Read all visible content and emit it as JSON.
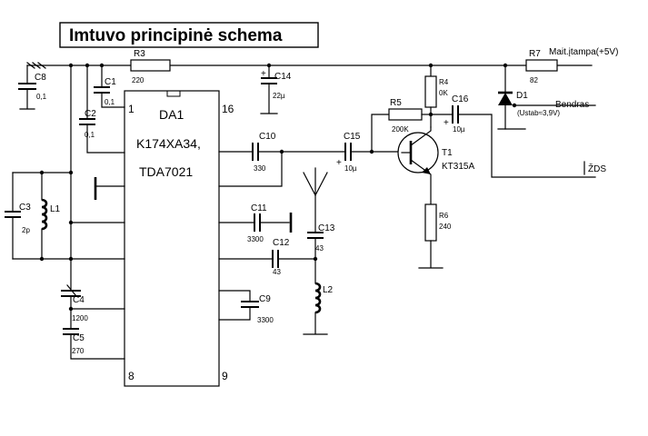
{
  "title": "Imtuvo principinė schema",
  "ic": {
    "name": "DA1",
    "part1": "K174XA34,",
    "part2": "TDA7021",
    "pins": {
      "p1": "1",
      "p16": "16",
      "p8": "8",
      "p9": "9"
    }
  },
  "components": {
    "c1": {
      "name": "C1",
      "value": "0,1"
    },
    "c2": {
      "name": "C2",
      "value": "0,1"
    },
    "c3": {
      "name": "C3",
      "value": "2p"
    },
    "c4": {
      "name": "C4",
      "value": "1200"
    },
    "c5": {
      "name": "C5",
      "value": "270"
    },
    "c8": {
      "name": "C8",
      "value": "0,1"
    },
    "c9": {
      "name": "C9",
      "value": "3300"
    },
    "c10": {
      "name": "C10",
      "value": "330"
    },
    "c11": {
      "name": "C11",
      "value": "3300"
    },
    "c12": {
      "name": "C12",
      "value": "43"
    },
    "c13": {
      "name": "C13",
      "value": "43"
    },
    "c14": {
      "name": "C14",
      "value": "22µ"
    },
    "c15": {
      "name": "C15",
      "value": "10µ"
    },
    "c16": {
      "name": "C16",
      "value": "10µ"
    },
    "l1": {
      "name": "L1"
    },
    "l2": {
      "name": "L2"
    },
    "r3": {
      "name": "R3",
      "value": "220"
    },
    "r4": {
      "name": "R4",
      "value": "0K"
    },
    "r5": {
      "name": "R5",
      "value": "200K"
    },
    "r6": {
      "name": "R6",
      "value": "240"
    },
    "r7": {
      "name": "R7",
      "value": "82"
    },
    "t1": {
      "name": "T1",
      "value": "KT315A"
    },
    "d1": {
      "name": "D1",
      "value": "(Ustab≈3,9V)"
    }
  },
  "terminals": {
    "supply": "Mait.įtampa(+5V)",
    "common": "Bendras",
    "out": "ŽDS",
    "plus": "+"
  }
}
